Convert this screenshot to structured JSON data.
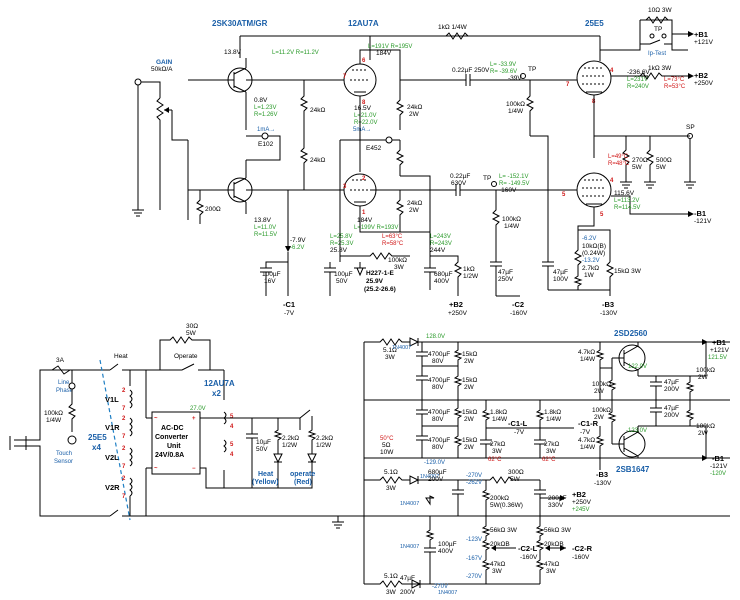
{
  "top": {
    "tube_titles": {
      "fet": "2SK30ATM/GR",
      "preamp": "12AU7A",
      "power": "25E5"
    },
    "gain": {
      "label": "GAIN",
      "value": "50kΩ/A"
    },
    "fet_upper": {
      "v1": "13.8V",
      "lr": "L=11.2V  R=11.2V",
      "v2": "0.8V",
      "l": "L=1.23V",
      "r": "R=1.26V"
    },
    "fet_lower": {
      "v1": "13.8V",
      "l": "L=11.0V",
      "r": "R=11.5V"
    },
    "r_200": "200Ω",
    "r_24k_a": "24kΩ",
    "r_24k_b": "24kΩ",
    "ma_left": "1mA→",
    "e102": "E102",
    "ma_right": "5mA→",
    "e452": "E452",
    "tube1": {
      "lr": "L=191V  R=195V",
      "v184": "184V",
      "v165": "16.5V",
      "l": "L=21.0V",
      "r": "R=22.0V",
      "r24k": "24kΩ",
      "w": "2W"
    },
    "tube2": {
      "v184": "184V",
      "lr": "L=199V  R=193V",
      "r24k": "24kΩ",
      "w": "2W"
    },
    "cath": {
      "l": "L=25.8V",
      "r": "R=25.3V",
      "v": "25.8V"
    },
    "temp1": {
      "l": "L=63°C",
      "r": "R=58°C"
    },
    "r100k_3w": "100kΩ",
    "r100k_3w_w": "3W",
    "h227": {
      "name": "H227-1-E",
      "v": "25.9V",
      "range": "(25.2-26.6)"
    },
    "neg79": "-7.9V",
    "neg62": "-6.2V",
    "cap1": {
      "v": "100µF",
      "r": "16V"
    },
    "cap2": {
      "v": "100µF",
      "r": "50V"
    },
    "cap680": {
      "v": "680µF",
      "r": "400V"
    },
    "r1k": {
      "v": "1kΩ",
      "w": "1/2W"
    },
    "b2_lr": {
      "l": "L=243V",
      "r": "R=243V",
      "v": "244V"
    },
    "r1k_top": "1kΩ 1/4W",
    "cap022a": {
      "v": "0.22µF 250V"
    },
    "cap022b": {
      "v": "0.22µF",
      "r": "630V"
    },
    "tp1": {
      "tp": "TP",
      "l": "L= -33.9V",
      "r": "R= -39.6V",
      "v": "-39V"
    },
    "tp2": {
      "tp": "TP",
      "l": "L= -152.1V",
      "r": "R= -149.5V",
      "v": "-160V"
    },
    "r100k_a": {
      "v": "100kΩ",
      "w": "1/4W"
    },
    "r100k_b": {
      "v": "100kΩ",
      "w": "1/4W"
    },
    "cap47a": {
      "v": "47µF",
      "r": "250V"
    },
    "cap47b": {
      "v": "47µF",
      "r": "100V"
    },
    "pot10k": {
      "v": "10kΩ(B)",
      "w": "(0.24W)"
    },
    "neg62b": "-6.2V",
    "neg132": "-13.2V",
    "r27k": {
      "v": "2.7kΩ",
      "w": "1W"
    },
    "r15k": "15kΩ 3W",
    "power_upper": {
      "v": "-236.6V",
      "l": "L=231V",
      "r": "R=240V",
      "tl": "L=73°C",
      "tr": "R=53°C",
      "r1k3w": "1kΩ 3W"
    },
    "power_lower": {
      "v": "115.6V",
      "l": "L=113.2V",
      "r": "R=114.5V",
      "tl": "L=49°C",
      "tr": "R=48°C"
    },
    "r270": {
      "v": "270Ω",
      "w": "5W"
    },
    "r500": {
      "v": "500Ω",
      "w": "5W"
    },
    "iptest": {
      "r": "10Ω 3W",
      "tp": "TP",
      "label": "Ip-Test"
    },
    "sp": "SP",
    "rails": {
      "b1": {
        "name": "+B1",
        "v": "+121V"
      },
      "b2": {
        "name": "+B2",
        "v": "+250V"
      },
      "bm1": {
        "name": "-B1",
        "v": "-121V"
      }
    },
    "bottom_labels": {
      "c1": {
        "name": "-C1",
        "v": "-7V"
      },
      "b2": {
        "name": "+B2",
        "v": "+250V"
      },
      "c2": {
        "name": "-C2",
        "v": "-160V"
      },
      "b3": {
        "name": "-B3",
        "v": "-130V"
      }
    },
    "pins": {
      "p7a": "7",
      "p6": "6",
      "p8a": "8",
      "p3": "3",
      "p2": "2",
      "p1": "1",
      "p4a": "4",
      "p5a": "5",
      "p8b": "8",
      "p5b": "5",
      "p4b": "4",
      "p7b": "7"
    }
  },
  "bottom": {
    "fuse": "3A",
    "line_phase": "Line\nPhase",
    "r100k": {
      "v": "100kΩ",
      "w": "1/4W"
    },
    "touch": "Touch\nSensor",
    "heat": "Heat",
    "operate": "Operate",
    "r30": {
      "v": "30Ω",
      "w": "5W"
    },
    "tubes_x4": {
      "name": "25E5",
      "n": "x4"
    },
    "heaters": [
      "V1L",
      "V1R",
      "V2L",
      "V2R"
    ],
    "au7": {
      "name": "12AU7A",
      "n": "x2"
    },
    "converter": {
      "l1": "AC-DC",
      "l2": "Converter",
      "l3": "Unit",
      "l4": "24V/0.8A"
    },
    "v27": "27.0V",
    "cap10": {
      "v": "10µF",
      "r": "50V"
    },
    "r22k_a": {
      "v": "2.2kΩ",
      "w": "1/2W"
    },
    "r22k_b": {
      "v": "2.2kΩ",
      "w": "1/2W"
    },
    "led_heat": {
      "l1": "Heat",
      "l2": "(Yellow)"
    },
    "led_op": {
      "l1": "operate",
      "l2": "(Red)"
    },
    "ps": {
      "r51_a": {
        "v": "5.1Ω",
        "w": "3W"
      },
      "d1": "1N4007",
      "v128": "128.0V",
      "c4700": {
        "v": "4700µF",
        "r": "80V"
      },
      "r15k": {
        "v": "15kΩ",
        "w": "2W"
      },
      "r18k": {
        "v": "1.8kΩ",
        "w": "1/4W"
      },
      "c27k": {
        "v": "27kΩ",
        "w": "3W"
      },
      "t62": "62°C",
      "c1l": {
        "name": "-C1-L",
        "v": "-7V"
      },
      "c1r": {
        "name": "-C1-R",
        "v": "-7V"
      },
      "temp50": {
        "t": "50°C",
        "r": "5Ω",
        "w": "10W"
      },
      "vm129": "-129.0V",
      "t2sd": "2SD2560",
      "t2sb": "2SB1647",
      "r47k": {
        "v": "4.7kΩ",
        "w": "1/4W"
      },
      "r100k2w": {
        "v": "100kΩ",
        "w": "2W"
      },
      "v1220": "122.0V",
      "vm1230": "-123.0V",
      "c47": {
        "v": "47µF",
        "r": "200V"
      },
      "ob1": {
        "name": "+B1",
        "v": "+121V",
        "g": "121.5V"
      },
      "obm1": {
        "name": "-B1",
        "v": "-121V",
        "g": "-120V"
      },
      "ob3": {
        "name": "-B3",
        "v": "-130V"
      },
      "c680": {
        "v": "680µF",
        "r": "200V"
      },
      "v270": "-270V",
      "vm2625": "-262V",
      "r300": {
        "v": "300Ω",
        "w": "5W"
      },
      "c200": {
        "v": "200µF",
        "r": "330V"
      },
      "r200k": {
        "v": "200kΩ",
        "w": "5W(0.36W)"
      },
      "ob2": {
        "name": "+B2",
        "v": "+250V",
        "g": "+245V"
      },
      "r56k": "56kΩ 3W",
      "r20k": "20kΩB",
      "r47k3w": {
        "v": "47kΩ",
        "w": "3W"
      },
      "v123": "-123V",
      "v167": "-167V",
      "v270b": "-270V",
      "v270c": "-270V",
      "c100": {
        "v": "100µF",
        "r": "400V"
      },
      "c2l": {
        "name": "-C2-L",
        "v": "-160V"
      },
      "c2r": {
        "name": "-C2-R",
        "v": "-160V"
      },
      "c47b": {
        "v": "47µF",
        "r": "200V"
      },
      "r51_b": {
        "v": "5.1Ω",
        "w": "3W"
      },
      "r51_c": {
        "v": "5.1Ω",
        "w": "3W"
      }
    }
  }
}
